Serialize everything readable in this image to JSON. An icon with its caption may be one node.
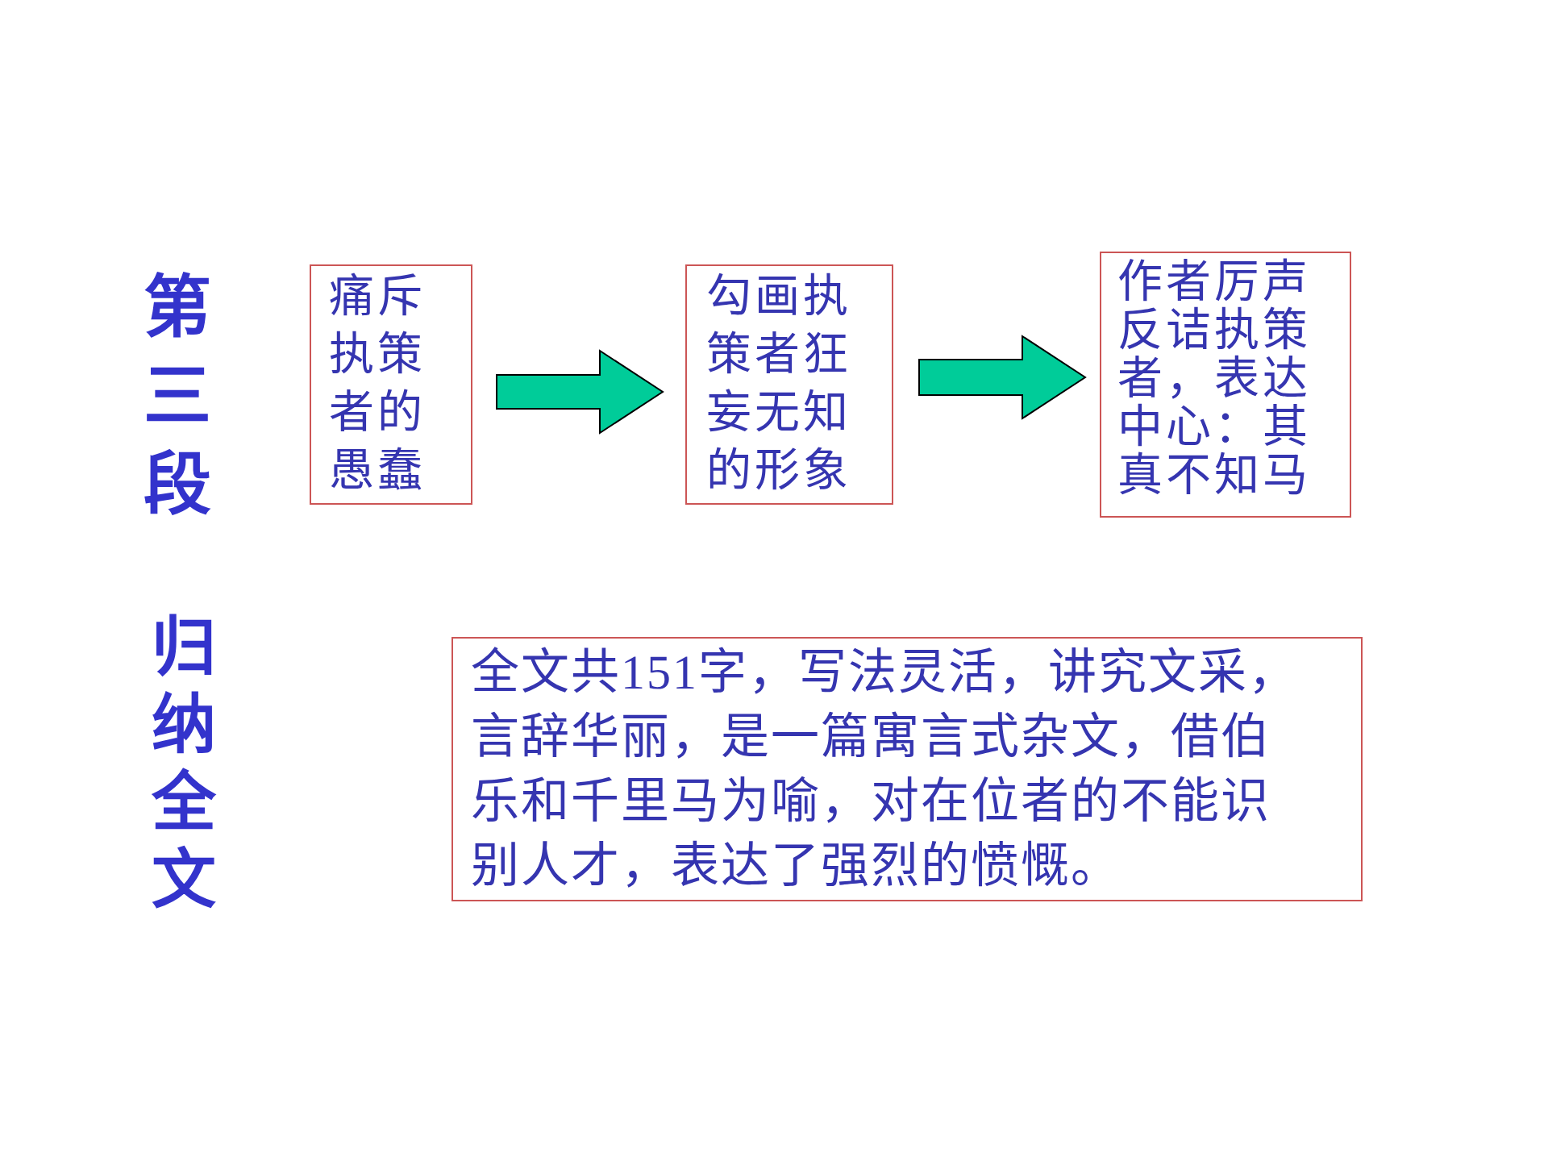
{
  "diagram": {
    "nodes": [
      {
        "text": [
          "痛斥执策者的愚蠢"
        ]
      },
      {
        "text": [
          "勾画执策者狂妄无知的形象"
        ]
      },
      {
        "text": [
          "作者厉声反诘执策者，表达中心：其真不知马"
        ]
      },
      {
        "text": [
          "全文共151字，写法灵活，讲究文采，言辞华丽，是一篇寓言式杂文，借伯乐和千里马为喻，对在位者的不能识别人才，表达了强烈的愤慨。"
        ]
      }
    ],
    "edges": [
      {
        "from": 0,
        "to": 1,
        "arrow": "to"
      },
      {
        "from": 1,
        "to": 2,
        "arrow": "to"
      }
    ],
    "labels": [
      "第三段",
      "归纳全文"
    ]
  }
}
